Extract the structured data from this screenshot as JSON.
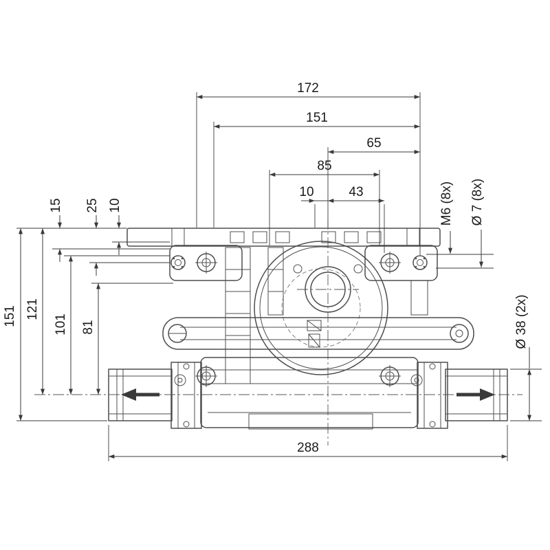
{
  "dims": {
    "d172": "172",
    "d151_top": "151",
    "d65": "65",
    "d85": "85",
    "d10_top": "10",
    "d43": "43",
    "d15": "15",
    "d25": "25",
    "d10_left": "10",
    "d151_left": "151",
    "d121": "121",
    "d101": "101",
    "d81": "81",
    "m6_8x": "M6 (8x)",
    "dia7_8x": "Ø 7 (8x)",
    "dia38_2x": "Ø 38 (2x)",
    "d288": "288"
  },
  "colors": {
    "background": "#ffffff",
    "part_line": "#4d4d4d",
    "dimension_line": "#3a3a3a",
    "text": "#1a1a1a"
  }
}
